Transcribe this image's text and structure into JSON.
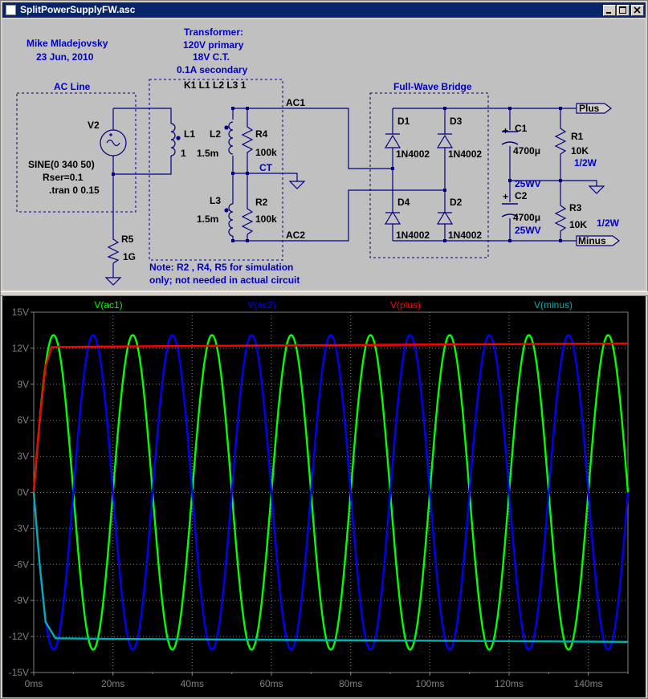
{
  "window": {
    "title": "SplitPowerSupplyFW.asc",
    "buttons": [
      "minimize-icon",
      "maximize-icon",
      "close-icon"
    ]
  },
  "colors": {
    "schematic_bg": "#c0c0c0",
    "wire": "#000080",
    "annotation": "#0000c0",
    "ac1": "#00ff00",
    "ac2": "#0000ff",
    "plus": "#ff0000",
    "minus": "#00b0b0",
    "plot_bg": "#000000",
    "grid": "#808080"
  },
  "schematic": {
    "author": "Mike Mladejovsky",
    "date": "23 Jun, 2010",
    "transformer_title": "Transformer:",
    "transformer_primary": "120V primary",
    "transformer_ct": "18V C.T.",
    "transformer_secondary": "0.1A secondary",
    "coupling": "K1 L1 L2 L3 1",
    "ac_line_label": "AC Line",
    "bridge_label": "Full-Wave Bridge",
    "source_name": "V2",
    "source_sine": "SINE(0 340 50)",
    "source_rser": "Rser=0.1",
    "tran_cmd": ".tran 0 0.15",
    "L1_name": "L1",
    "L1_value": "1",
    "L2_name": "L2",
    "L2_value": "1.5m",
    "L3_name": "L3",
    "L3_value": "1.5m",
    "R4_name": "R4",
    "R4_value": "100k",
    "R2_name": "R2",
    "R2_value": "100k",
    "R5_name": "R5",
    "R5_value": "1G",
    "ct_label": "CT",
    "ac1_label": "AC1",
    "ac2_label": "AC2",
    "D1": "D1",
    "D2": "D2",
    "D3": "D3",
    "D4": "D4",
    "diode_model": "1N4002",
    "C1_name": "C1",
    "C1_value": "4700μ",
    "C1_rating": "25WV",
    "C2_name": "C2",
    "C2_value": "4700μ",
    "C2_rating": "25WV",
    "R1_name": "R1",
    "R1_value": "10K",
    "R1_rating": "1/2W",
    "R3_name": "R3",
    "R3_value": "10K",
    "R3_rating": "1/2W",
    "plus_port": "Plus",
    "minus_port": "Minus",
    "note_line1": "Note: R2 , R4, R5 for simulation",
    "note_line2": "only; not needed in actual circuit",
    "polarity_plus": "+"
  },
  "chart_data": {
    "type": "line",
    "title": "",
    "xlabel": "",
    "ylabel": "",
    "xlim": [
      0,
      150
    ],
    "ylim": [
      -15,
      15
    ],
    "x_ticks": [
      "0ms",
      "20ms",
      "40ms",
      "60ms",
      "80ms",
      "100ms",
      "120ms",
      "140ms"
    ],
    "y_ticks": [
      "15V",
      "12V",
      "9V",
      "6V",
      "3V",
      "0V",
      "-3V",
      "-6V",
      "-9V",
      "-12V",
      "-15V"
    ],
    "x_minor_ticks_per_major": 2,
    "grid": true,
    "legend": "top",
    "series": [
      {
        "name": "V(ac1)",
        "color": "#00ff00",
        "kind": "sine",
        "amplitude": 13.1,
        "frequency_hz": 50,
        "phase_deg": 0
      },
      {
        "name": "V(ac2)",
        "color": "#0000ff",
        "kind": "sine",
        "amplitude": 13.1,
        "frequency_hz": 50,
        "phase_deg": 180
      },
      {
        "name": "V(plus)",
        "color": "#ff0000",
        "kind": "rail",
        "points": [
          [
            0,
            0
          ],
          [
            1.5,
            6
          ],
          [
            3,
            10.5
          ],
          [
            4.5,
            12.1
          ],
          [
            20,
            12.15
          ],
          [
            150,
            12.4
          ]
        ]
      },
      {
        "name": "V(minus)",
        "color": "#00b0b0",
        "kind": "rail",
        "points": [
          [
            0,
            0
          ],
          [
            1.5,
            -6
          ],
          [
            3,
            -10.8
          ],
          [
            5.5,
            -12.15
          ],
          [
            20,
            -12.2
          ],
          [
            150,
            -12.45
          ]
        ]
      }
    ]
  }
}
